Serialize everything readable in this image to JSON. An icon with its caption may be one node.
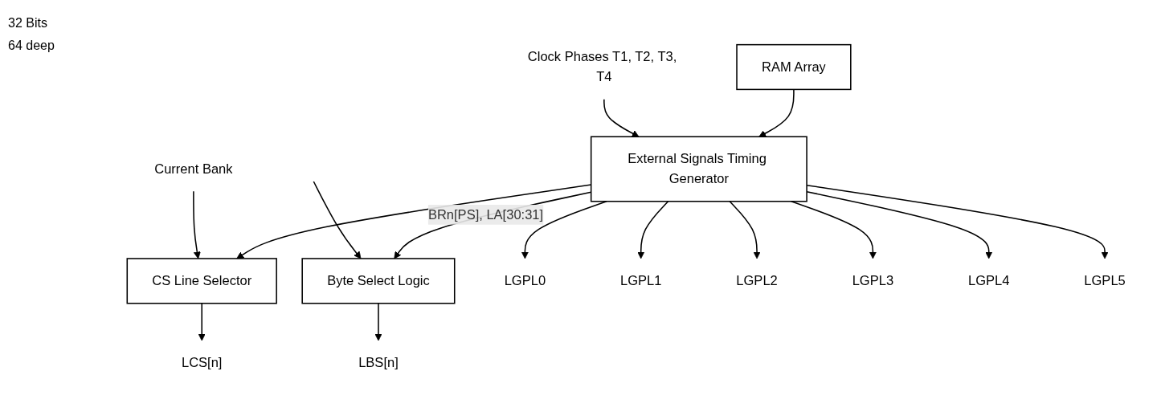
{
  "diagram": {
    "nodes": [
      {
        "text": [
          "RAM Array"
        ]
      },
      {
        "text": [
          "External Signals Timing Generator"
        ]
      },
      {
        "text": [
          "CS Line Selector"
        ]
      },
      {
        "text": [
          "Byte Select Logic"
        ]
      },
      {
        "text": [
          "Clock Phases T1, T2, T3, T4"
        ]
      },
      {
        "text": [
          "Current Bank"
        ]
      },
      {
        "text": [
          "LCS[n]"
        ]
      },
      {
        "text": [
          "LGPL0"
        ]
      },
      {
        "text": [
          "LGPL1"
        ]
      },
      {
        "text": [
          "LGPL2"
        ]
      },
      {
        "text": [
          "LGPL3"
        ]
      },
      {
        "text": [
          "LGPL4"
        ]
      },
      {
        "text": [
          "LGPL5"
        ]
      },
      {
        "text": [
          "LBS[n]"
        ]
      }
    ],
    "edges": [
      {
        "from": 0,
        "to": 1,
        "arrow": "to"
      },
      {
        "from": 4,
        "to": 1,
        "arrow": "to"
      },
      {
        "from": 1,
        "to": 2,
        "arrow": "to"
      },
      {
        "from": 1,
        "to": 7,
        "arrow": "to"
      },
      {
        "from": 1,
        "to": 8,
        "arrow": "to"
      },
      {
        "from": 1,
        "to": 9,
        "arrow": "to"
      },
      {
        "from": 1,
        "to": 10,
        "arrow": "to"
      },
      {
        "from": 1,
        "to": 11,
        "arrow": "to"
      },
      {
        "from": 1,
        "to": 12,
        "arrow": "to"
      },
      {
        "from": 1,
        "to": 3,
        "arrow": "to",
        "label": "BRn[PS], LA[30:31]"
      },
      {
        "from": 5,
        "to": 2,
        "arrow": "to"
      },
      {
        "from": null,
        "to": 3,
        "arrow": "to"
      },
      {
        "from": 2,
        "to": 6,
        "arrow": "to"
      },
      {
        "from": 3,
        "to": 13,
        "arrow": "to"
      }
    ],
    "labels": [
      "32 Bits",
      "64 deep"
    ]
  }
}
